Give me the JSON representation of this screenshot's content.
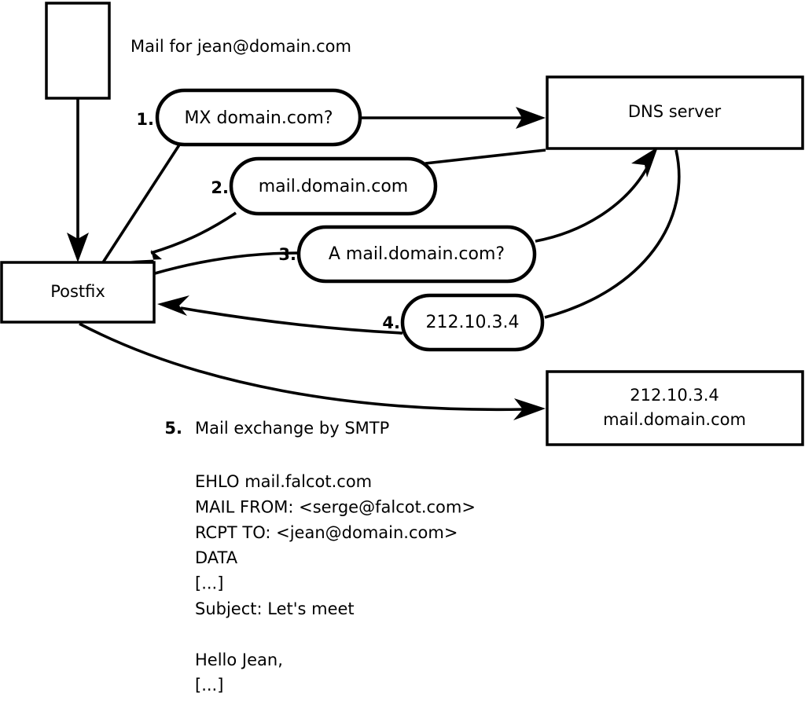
{
  "diagram": {
    "title": "Mail for jean@domain.com",
    "nodes": [
      {
        "id": "client",
        "label": ""
      },
      {
        "id": "postfix",
        "label": "Postfix"
      },
      {
        "id": "dns",
        "label": "DNS server"
      },
      {
        "id": "mailhost",
        "label_line1": "212.10.3.4",
        "label_line2": "mail.domain.com"
      }
    ],
    "steps": [
      {
        "num": "1.",
        "label": "MX domain.com?"
      },
      {
        "num": "2.",
        "label": "mail.domain.com"
      },
      {
        "num": "3.",
        "label": "A mail.domain.com?"
      },
      {
        "num": "4.",
        "label": "212.10.3.4"
      },
      {
        "num": "5.",
        "label": "Mail exchange by SMTP"
      }
    ],
    "transcript": [
      "EHLO mail.falcot.com",
      "MAIL FROM: <serge@falcot.com>",
      "RCPT TO: <jean@domain.com>",
      "DATA",
      "[...]",
      "Subject: Let's meet",
      "",
      "Hello Jean,",
      "[...]",
      "",
      "."
    ],
    "colors": {
      "stroke": "#000000",
      "fill": "#ffffff",
      "background": "#ffffff"
    }
  }
}
